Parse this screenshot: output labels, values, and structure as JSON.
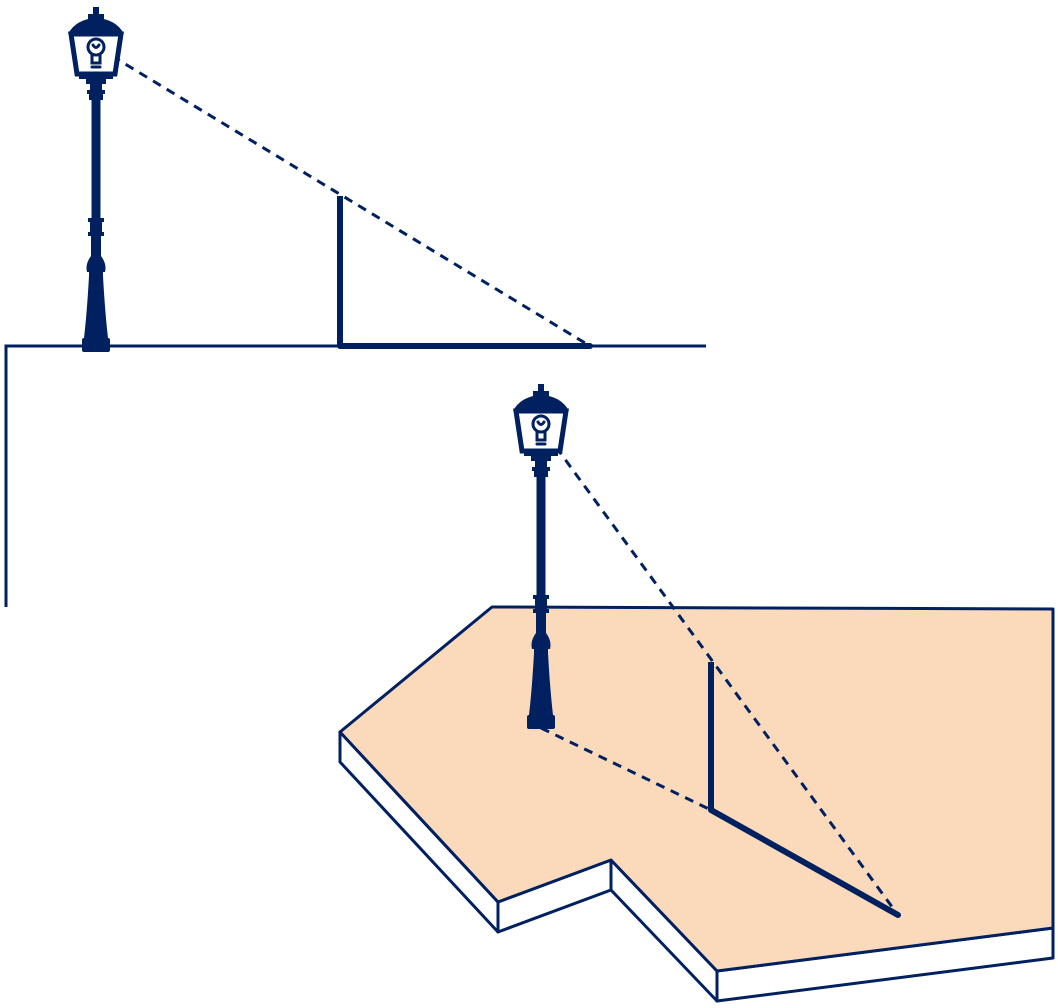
{
  "colors": {
    "ink": "#002060",
    "platform_fill": "#FBDABB",
    "background": "#FFFFFF"
  },
  "scenes": [
    {
      "name": "side-view",
      "objects": [
        "lamp-post",
        "stick",
        "shadow",
        "light-ray"
      ]
    },
    {
      "name": "perspective-view",
      "objects": [
        "lamp-post",
        "stick",
        "shadow",
        "light-ray",
        "ground-ray",
        "platform"
      ]
    }
  ],
  "icons": [
    "lamp-head-icon",
    "light-bulb-icon"
  ]
}
